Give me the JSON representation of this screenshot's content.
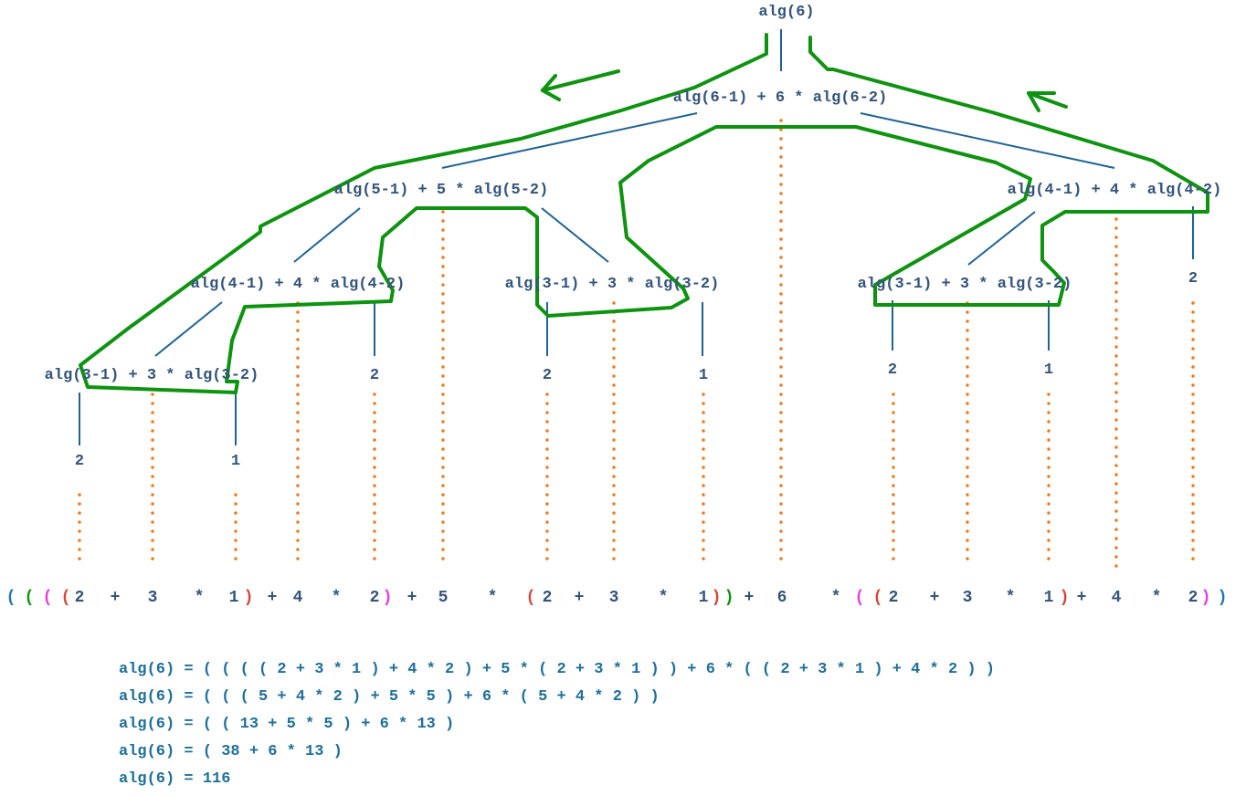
{
  "colors": {
    "node_text": "#34547a",
    "edge": "#1f6393",
    "dots": "#ee7a22",
    "trace": "#0e9310",
    "operand": "#34547a",
    "paren_level1": "#1f78b4",
    "paren_level2": "#0e9310",
    "paren_level3": "#e33fe0",
    "paren_level4": "#d9453c",
    "steps_text": "#1f6f99"
  },
  "tree": {
    "root": "alg(6)",
    "level1": "alg(6-1) + 6 * alg(6-2)",
    "level2_left": "alg(5-1) + 5 * alg(5-2)",
    "level2_right": "alg(4-1) + 4 * alg(4-2)",
    "level3_a": "alg(4-1) + 4 * alg(4-2)",
    "level3_b": "alg(3-1) + 3 * alg(3-2)",
    "level3_c": "alg(3-1) + 3 * alg(3-2)",
    "level3_right_leaf": "2",
    "level4_a": "alg(3-1) + 3 * alg(3-2)",
    "leaf_l4_a_right": "2",
    "leaf_b_left": "2",
    "leaf_b_right": "1",
    "leaf_c_left": "2",
    "leaf_c_right": "1",
    "leaf_a_left": "2",
    "leaf_a_right": "1"
  },
  "flattened_expression": [
    {
      "t": "(",
      "c": "paren_level1"
    },
    {
      "t": "(",
      "c": "paren_level2"
    },
    {
      "t": "(",
      "c": "paren_level3"
    },
    {
      "t": "(",
      "c": "paren_level4"
    },
    {
      "t": "2",
      "c": "operand"
    },
    {
      "t": "+",
      "c": "operand"
    },
    {
      "t": "3",
      "c": "operand"
    },
    {
      "t": "*",
      "c": "operand"
    },
    {
      "t": "1",
      "c": "operand"
    },
    {
      "t": ")",
      "c": "paren_level4"
    },
    {
      "t": "+",
      "c": "operand"
    },
    {
      "t": "4",
      "c": "operand"
    },
    {
      "t": "*",
      "c": "operand"
    },
    {
      "t": "2",
      "c": "operand"
    },
    {
      "t": ")",
      "c": "paren_level3"
    },
    {
      "t": "+",
      "c": "operand"
    },
    {
      "t": "5",
      "c": "operand"
    },
    {
      "t": "*",
      "c": "operand"
    },
    {
      "t": "(",
      "c": "paren_level4"
    },
    {
      "t": "2",
      "c": "operand"
    },
    {
      "t": "+",
      "c": "operand"
    },
    {
      "t": "3",
      "c": "operand"
    },
    {
      "t": "*",
      "c": "operand"
    },
    {
      "t": "1",
      "c": "operand"
    },
    {
      "t": ")",
      "c": "paren_level4"
    },
    {
      "t": ")",
      "c": "paren_level2"
    },
    {
      "t": "+",
      "c": "operand"
    },
    {
      "t": "6",
      "c": "operand"
    },
    {
      "t": "*",
      "c": "operand"
    },
    {
      "t": "(",
      "c": "paren_level3"
    },
    {
      "t": "(",
      "c": "paren_level4"
    },
    {
      "t": "2",
      "c": "operand"
    },
    {
      "t": "+",
      "c": "operand"
    },
    {
      "t": "3",
      "c": "operand"
    },
    {
      "t": "*",
      "c": "operand"
    },
    {
      "t": "1",
      "c": "operand"
    },
    {
      "t": ")",
      "c": "paren_level4"
    },
    {
      "t": "+",
      "c": "operand"
    },
    {
      "t": "4",
      "c": "operand"
    },
    {
      "t": "*",
      "c": "operand"
    },
    {
      "t": "2",
      "c": "operand"
    },
    {
      "t": ")",
      "c": "paren_level3"
    },
    {
      "t": ")",
      "c": "paren_level1"
    }
  ],
  "steps": [
    "alg(6) = ( ( ( ( 2 + 3 * 1 ) + 4 * 2 ) + 5 * ( 2 + 3 * 1 ) ) + 6 * ( ( 2 + 3 * 1 ) + 4 * 2 ) )",
    "alg(6) = ( ( ( 5 + 4 * 2 ) + 5 * 5 ) + 6 * ( 5 + 4 * 2 ) )",
    "alg(6) = ( ( 13 + 5 * 5 ) + 6 * 13 )",
    "alg(6) = ( 38 + 6 * 13 )",
    "alg(6) = 116"
  ]
}
